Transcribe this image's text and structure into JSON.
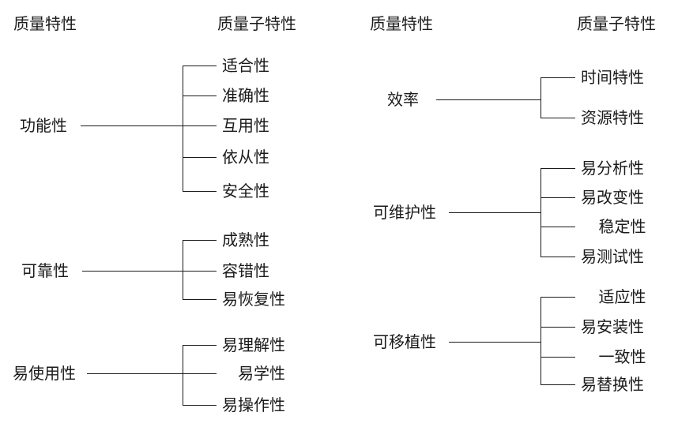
{
  "diagram": {
    "title_not_shown": "",
    "columns": [
      {
        "id": "left",
        "header_characteristic": "质量特性",
        "header_subcharacteristic": "质量子特性",
        "groups": [
          {
            "name": "功能性",
            "children": [
              "适合性",
              "准确性",
              "互用性",
              "依从性",
              "安全性"
            ]
          },
          {
            "name": "可靠性",
            "children": [
              "成熟性",
              "容错性",
              "易恢复性"
            ]
          },
          {
            "name": "易使用性",
            "children": [
              "易理解性",
              "易学性",
              "易操作性"
            ]
          }
        ]
      },
      {
        "id": "right",
        "header_characteristic": "质量特性",
        "header_subcharacteristic": "质量子特性",
        "groups": [
          {
            "name": "效率",
            "children": [
              "时间特性",
              "资源特性"
            ]
          },
          {
            "name": "可维护性",
            "children": [
              "易分析性",
              "易改变性",
              "稳定性",
              "易测试性"
            ]
          },
          {
            "name": "可移植性",
            "children": [
              "适应性",
              "易安装性",
              "一致性",
              "易替换性"
            ]
          }
        ]
      }
    ],
    "colors": {
      "background": "#ffffff",
      "text": "#1a1a1a",
      "line": "#1a1a1a"
    }
  }
}
